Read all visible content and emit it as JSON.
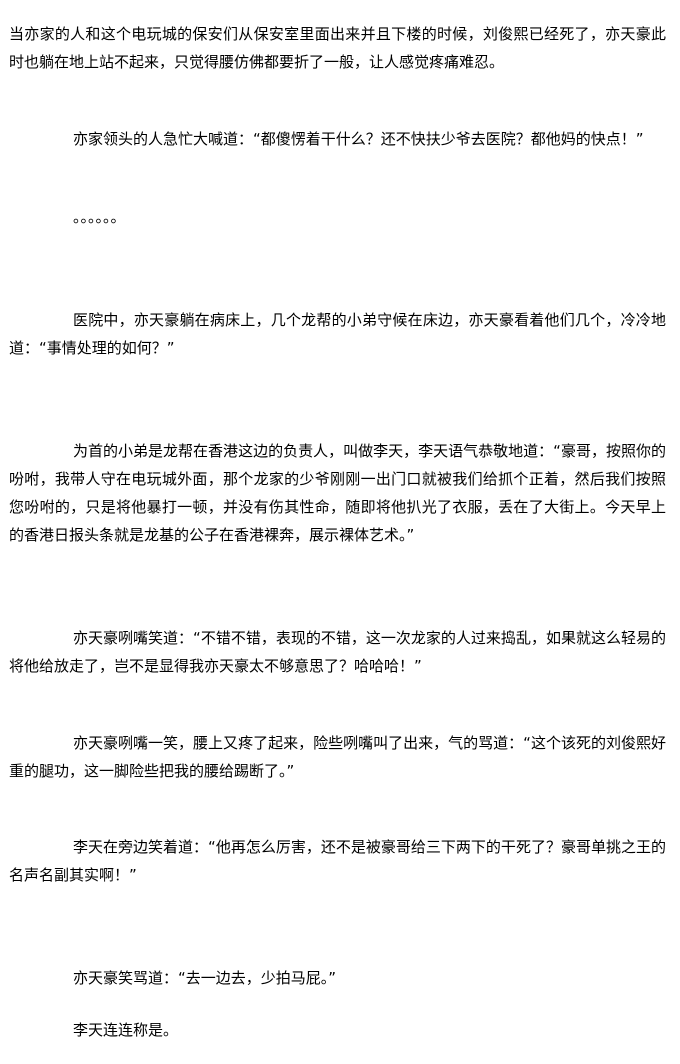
{
  "paragraphs": [
    "当亦家的人和这个电玩城的保安们从保安室里面出来并且下楼的时候，刘俊熙已经死了，亦天豪此时也躺在地上站不起来，只觉得腰仿佛都要折了一般，让人感觉疼痛难忍。",
    "亦家领头的人急忙大喊道：“都傻愣着干什么？还不快扶少爷去医院？都他妈的快点！”",
    "。。。。。。",
    "医院中，亦天豪躺在病床上，几个龙帮的小弟守候在床边，亦天豪看着他们几个，冷冷地道：“事情处理的如何？”",
    "为首的小弟是龙帮在香港这边的负责人，叫做李天，李天语气恭敬地道：“豪哥，按照你的吩咐，我带人守在电玩城外面，那个龙家的少爷刚刚一出门口就被我们给抓个正着，然后我们按照您吩咐的，只是将他暴打一顿，并没有伤其性命，随即将他扒光了衣服，丢在了大街上。今天早上的香港日报头条就是龙基的公子在香港裸奔，展示裸体艺术。”",
    "亦天豪咧嘴笑道：“不错不错，表现的不错，这一次龙家的人过来捣乱，如果就这么轻易的将他给放走了，岂不是显得我亦天豪太不够意思了？哈哈哈！”",
    "亦天豪咧嘴一笑，腰上又疼了起来，险些咧嘴叫了出来，气的骂道：“这个该死的刘俊熙好重的腿功，这一脚险些把我的腰给踢断了。”",
    "李天在旁边笑着道：“他再怎么厉害，还不是被豪哥给三下两下的干死了？豪哥单挑之王的名声名副其实啊！”",
    "亦天豪笑骂道：“去一边去，少拍马屁。”",
    "李天连连称是。"
  ]
}
